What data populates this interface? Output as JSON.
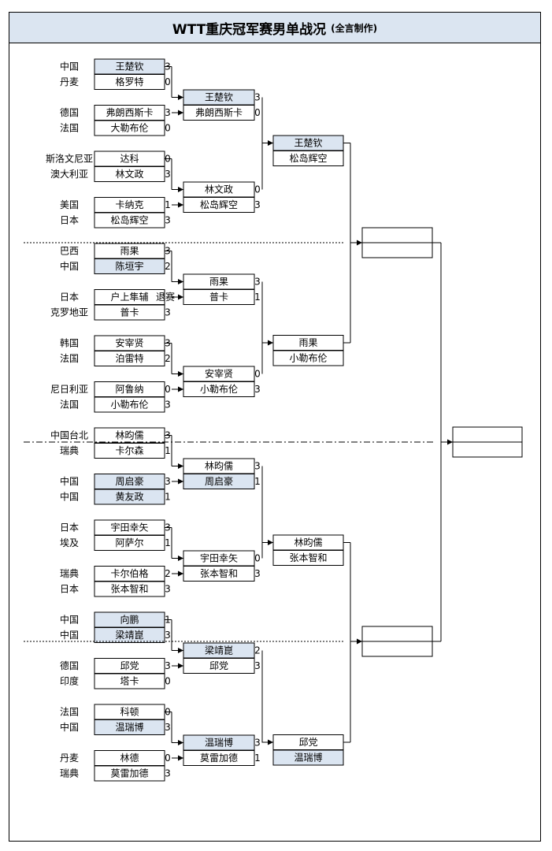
{
  "title": "WTT重庆冠军赛男单战况",
  "subtitle": "(全言制作)",
  "colors": {
    "highlight": "#dbe5f1",
    "line": "#000000"
  },
  "round1": [
    {
      "country": "中国",
      "name": "王楚钦",
      "score": "3",
      "hl": true
    },
    {
      "country": "丹麦",
      "name": "格罗特",
      "score": "0",
      "hl": false
    },
    {
      "country": "德国",
      "name": "弗朗西斯卡",
      "score": "3",
      "hl": false
    },
    {
      "country": "法国",
      "name": "大勒布伦",
      "score": "0",
      "hl": false
    },
    {
      "country": "斯洛文尼亚",
      "name": "达科",
      "score": "0",
      "hl": false
    },
    {
      "country": "澳大利亚",
      "name": "林文政",
      "score": "3",
      "hl": false
    },
    {
      "country": "美国",
      "name": "卡纳克",
      "score": "1",
      "hl": false
    },
    {
      "country": "日本",
      "name": "松岛辉空",
      "score": "3",
      "hl": false
    },
    {
      "country": "巴西",
      "name": "雨果",
      "score": "3",
      "hl": false
    },
    {
      "country": "中国",
      "name": "陈垣宇",
      "score": "2",
      "hl": true
    },
    {
      "country": "日本",
      "name": "户上隼辅",
      "score": "退赛",
      "hl": false
    },
    {
      "country": "克罗地亚",
      "name": "普卡",
      "score": "3",
      "hl": false
    },
    {
      "country": "韩国",
      "name": "安宰贤",
      "score": "3",
      "hl": false
    },
    {
      "country": "法国",
      "name": "泊雷特",
      "score": "2",
      "hl": false
    },
    {
      "country": "尼日利亚",
      "name": "阿鲁纳",
      "score": "0",
      "hl": false
    },
    {
      "country": "法国",
      "name": "小勒布伦",
      "score": "3",
      "hl": false
    },
    {
      "country": "中国台北",
      "name": "林昀儒",
      "score": "3",
      "hl": false
    },
    {
      "country": "瑞典",
      "name": "卡尔森",
      "score": "1",
      "hl": false
    },
    {
      "country": "中国",
      "name": "周启豪",
      "score": "3",
      "hl": true
    },
    {
      "country": "中国",
      "name": "黄友政",
      "score": "1",
      "hl": true
    },
    {
      "country": "日本",
      "name": "宇田幸矢",
      "score": "3",
      "hl": false
    },
    {
      "country": "埃及",
      "name": "阿萨尔",
      "score": "1",
      "hl": false
    },
    {
      "country": "瑞典",
      "name": "卡尔伯格",
      "score": "2",
      "hl": false
    },
    {
      "country": "日本",
      "name": "张本智和",
      "score": "3",
      "hl": false
    },
    {
      "country": "中国",
      "name": "向鹏",
      "score": "1",
      "hl": true
    },
    {
      "country": "中国",
      "name": "梁靖崑",
      "score": "3",
      "hl": true
    },
    {
      "country": "德国",
      "name": "邱党",
      "score": "3",
      "hl": false
    },
    {
      "country": "印度",
      "name": "塔卡",
      "score": "0",
      "hl": false
    },
    {
      "country": "法国",
      "name": "科顿",
      "score": "0",
      "hl": false
    },
    {
      "country": "中国",
      "name": "温瑞博",
      "score": "3",
      "hl": true
    },
    {
      "country": "丹麦",
      "name": "林德",
      "score": "0",
      "hl": false
    },
    {
      "country": "瑞典",
      "name": "莫雷加德",
      "score": "3",
      "hl": false
    }
  ],
  "round2": [
    {
      "name": "王楚钦",
      "score": "3",
      "hl": true
    },
    {
      "name": "弗朗西斯卡",
      "score": "0",
      "hl": false
    },
    {
      "name": "林文政",
      "score": "0",
      "hl": false
    },
    {
      "name": "松岛辉空",
      "score": "3",
      "hl": false
    },
    {
      "name": "雨果",
      "score": "3",
      "hl": false
    },
    {
      "name": "普卡",
      "score": "1",
      "hl": false
    },
    {
      "name": "安宰贤",
      "score": "0",
      "hl": false
    },
    {
      "name": "小勒布伦",
      "score": "3",
      "hl": false
    },
    {
      "name": "林昀儒",
      "score": "3",
      "hl": false
    },
    {
      "name": "周启豪",
      "score": "1",
      "hl": true
    },
    {
      "name": "宇田幸矢",
      "score": "0",
      "hl": false
    },
    {
      "name": "张本智和",
      "score": "3",
      "hl": false
    },
    {
      "name": "梁靖崑",
      "score": "2",
      "hl": true
    },
    {
      "name": "邱党",
      "score": "3",
      "hl": false
    },
    {
      "name": "温瑞博",
      "score": "3",
      "hl": true
    },
    {
      "name": "莫雷加德",
      "score": "1",
      "hl": false
    }
  ],
  "round3": [
    {
      "name": "王楚钦",
      "hl": true
    },
    {
      "name": "松岛辉空",
      "hl": false
    },
    {
      "name": "雨果",
      "hl": false
    },
    {
      "name": "小勒布伦",
      "hl": false
    },
    {
      "name": "林昀儒",
      "hl": false
    },
    {
      "name": "张本智和",
      "hl": false
    },
    {
      "name": "邱党",
      "hl": false
    },
    {
      "name": "温瑞博",
      "hl": true
    }
  ]
}
